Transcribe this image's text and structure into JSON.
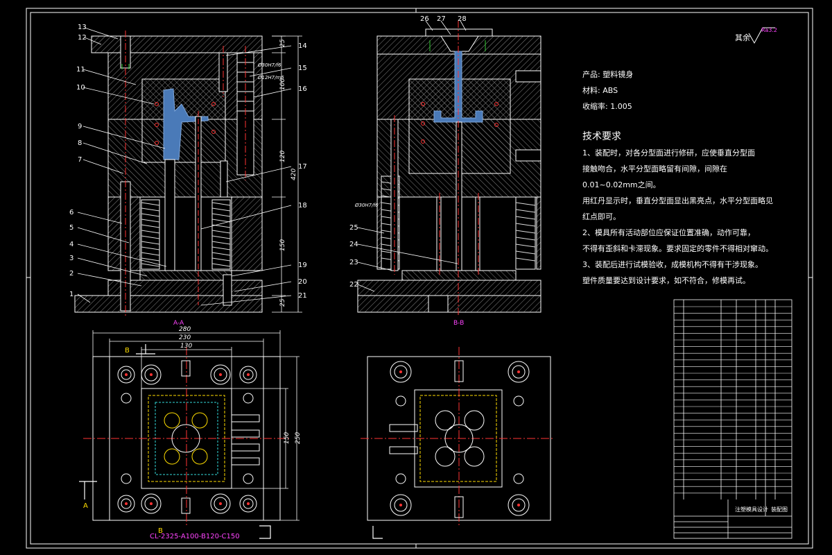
{
  "app": {
    "bg": "#000000",
    "colors": {
      "line": "#ffffff",
      "hatch": "#aaaaaa",
      "center": "#ff3333",
      "part": "#4a7ab8",
      "dim": "#ffffff",
      "green": "#33cc33",
      "yellow": "#ffdd00",
      "cyan": "#33dddd",
      "magenta": "#ff44ff"
    }
  },
  "roughness": {
    "label": "其余",
    "value": "Ra3.2"
  },
  "product": {
    "name": "产品: 塑料镜身",
    "material": "材料: ABS",
    "shrink": "收缩率: 1.005"
  },
  "tech_req": {
    "title": "技术要求",
    "lines": [
      "1、装配时，对各分型面进行修研，应使垂直分型面",
      "接触吻合，水平分型面略留有间隙，间隙在",
      "0.01~0.02mm之间。",
      "用红丹显示时，垂直分型面显出黑亮点，水平分型面略见",
      "红点即可。",
      "2、模具所有活动部位应保证位置准确，动作可靠，",
      "不得有歪斜和卡滞现象。要求固定的零件不得相对窜动。",
      "3、装配后进行试模验收，成模机构不得有干涉现象。",
      "塑件质量要达到设计要求，如不符合，修模再试。"
    ]
  },
  "views": {
    "section_aa": "A-A",
    "section_bb": "B-B",
    "mold_code": "CL-2325-A100-B120-C150",
    "section_mark_a": "A",
    "section_mark_b": "B"
  },
  "part_numbers_left": [
    "13",
    "12",
    "11",
    "10",
    "9",
    "8",
    "7",
    "6",
    "5",
    "4",
    "3",
    "2",
    "1"
  ],
  "part_numbers_right_col": [
    "14",
    "15",
    "16",
    "17",
    "18",
    "19",
    "20",
    "21"
  ],
  "part_numbers_bb": [
    "26",
    "27",
    "28",
    "25",
    "24",
    "23",
    "22"
  ],
  "dims_vertical": [
    "25",
    "100",
    "120",
    "150",
    "25",
    "420"
  ],
  "dims_horizontal": [
    "280",
    "230",
    "130"
  ],
  "dims_plan_side": [
    "150",
    "250"
  ],
  "fits": [
    "Ø30H7/f6",
    "Ø12H7/m6",
    "Ø30H7/f6"
  ],
  "title_block": {
    "title_right": "装配图",
    "title_mid": "注塑模具设计"
  }
}
